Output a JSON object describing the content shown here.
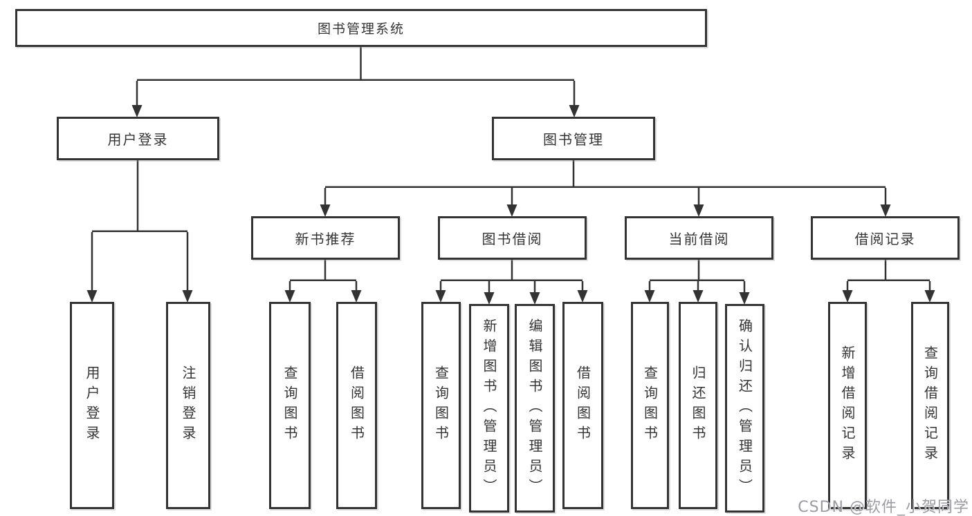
{
  "diagram_title": "图书管理系统",
  "colors": {
    "line": "#333333",
    "box_border": "#333333",
    "text": "#343434",
    "watermark": "#9b9ba1",
    "background": "#ffffff"
  },
  "nodes": {
    "root": {
      "label": "图书管理系统"
    },
    "level2": [
      {
        "id": "user-login",
        "label": "用户登录"
      },
      {
        "id": "book-management",
        "label": "图书管理"
      }
    ],
    "level3": [
      {
        "id": "new-book-recommend",
        "parent": "book-management",
        "label": "新书推荐"
      },
      {
        "id": "book-borrow",
        "parent": "book-management",
        "label": "图书借阅"
      },
      {
        "id": "current-borrow",
        "parent": "book-management",
        "label": "当前借阅"
      },
      {
        "id": "borrow-records",
        "parent": "book-management",
        "label": "借阅记录"
      }
    ],
    "leaves": [
      {
        "parent": "user-login",
        "label": "用户登录"
      },
      {
        "parent": "user-login",
        "label": "注销登录"
      },
      {
        "parent": "new-book-recommend",
        "label": "查询图书"
      },
      {
        "parent": "new-book-recommend",
        "label": "借阅图书"
      },
      {
        "parent": "book-borrow",
        "label": "查询图书"
      },
      {
        "parent": "book-borrow",
        "label": "新增图书（管理员）"
      },
      {
        "parent": "book-borrow",
        "label": "编辑图书（管理员）"
      },
      {
        "parent": "book-borrow",
        "label": "借阅图书"
      },
      {
        "parent": "current-borrow",
        "label": "查询图书"
      },
      {
        "parent": "current-borrow",
        "label": "归还图书"
      },
      {
        "parent": "current-borrow",
        "label": "确认归还（管理员）"
      },
      {
        "parent": "borrow-records",
        "label": "新增借阅记录"
      },
      {
        "parent": "borrow-records",
        "label": "查询借阅记录"
      }
    ]
  },
  "watermark": {
    "text": "CSDN @软件_小贺同学"
  }
}
